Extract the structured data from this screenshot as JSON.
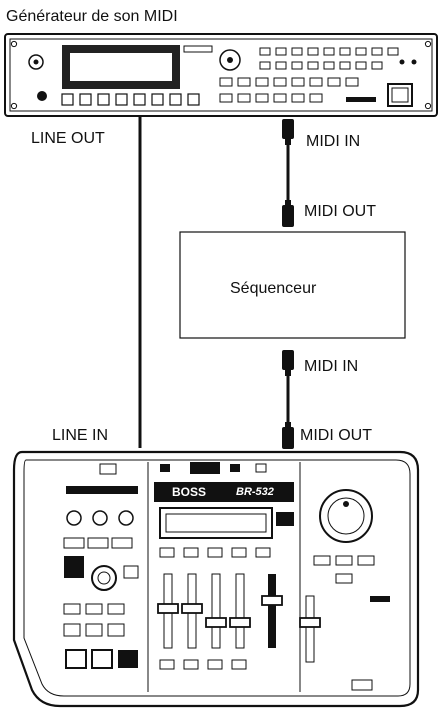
{
  "diagram": {
    "title": "Générateur de son MIDI",
    "sound_module": {
      "line_out": "LINE OUT",
      "midi_in": "MIDI IN",
      "midi_out": "MIDI OUT"
    },
    "sequencer": {
      "label": "Séquenceur",
      "midi_in": "MIDI IN",
      "midi_out": "MIDI OUT"
    },
    "recorder": {
      "line_in": "LINE IN",
      "brand": "BOSS",
      "model": "BR-532"
    }
  }
}
